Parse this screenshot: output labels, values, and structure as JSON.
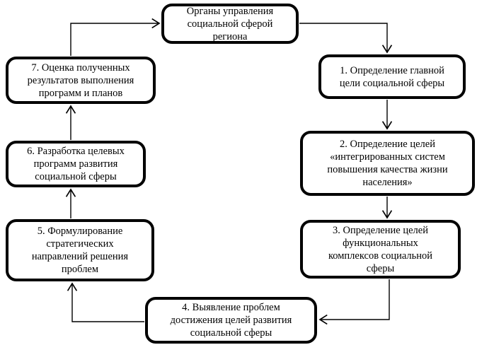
{
  "diagram": {
    "language": "ru",
    "type": "cyclic-flowchart",
    "nodes": {
      "authority": {
        "label": "Органы управления\nсоциальной сферой\nрегиона"
      },
      "step1": {
        "label": "1. Определение главной\nцели социальной сферы"
      },
      "step2": {
        "label": "2. Определение целей\n«интегрированных систем\nповышения качества жизни\nнаселения»"
      },
      "step3": {
        "label": "3. Определение целей\nфункциональных\nкомплексов социальной\nсферы"
      },
      "step4": {
        "label": "4. Выявление проблем\nдостижения целей развития\nсоциальной сферы"
      },
      "step5": {
        "label": "5. Формулирование\nстратегических\nнаправлений решения\nпроблем"
      },
      "step6": {
        "label": "6. Разработка целевых\nпрограмм развития\nсоциальной сферы"
      },
      "step7": {
        "label": "7. Оценка полученных\nрезультатов выполнения\nпрограмм и планов"
      }
    },
    "edges": [
      {
        "from": "authority",
        "to": "step1"
      },
      {
        "from": "step1",
        "to": "step2"
      },
      {
        "from": "step2",
        "to": "step3"
      },
      {
        "from": "step3",
        "to": "step4"
      },
      {
        "from": "step4",
        "to": "step5"
      },
      {
        "from": "step5",
        "to": "step6"
      },
      {
        "from": "step6",
        "to": "step7"
      },
      {
        "from": "step7",
        "to": "authority"
      }
    ],
    "colors": {
      "node_border": "#000000",
      "node_fill": "#ffffff",
      "arrow": "#000000",
      "background": "#ffffff"
    }
  }
}
